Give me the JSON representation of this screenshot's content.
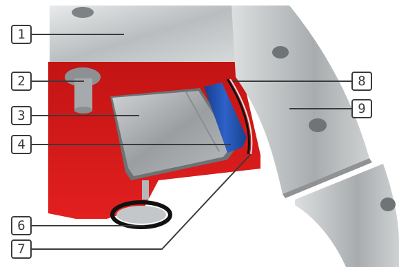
{
  "diagram": {
    "top_text": "",
    "callouts": [
      {
        "id": "1",
        "label": "1"
      },
      {
        "id": "2",
        "label": "2"
      },
      {
        "id": "3",
        "label": "3"
      },
      {
        "id": "4",
        "label": "4"
      },
      {
        "id": "6",
        "label": "6"
      },
      {
        "id": "7",
        "label": "7"
      },
      {
        "id": "8",
        "label": "8"
      },
      {
        "id": "9",
        "label": "9"
      }
    ]
  },
  "colors": {
    "housing_red": "#d41a1a",
    "steel": "#c9ccce",
    "seal_blue": "#1f4fae",
    "label_border": "#3a3a3a"
  }
}
